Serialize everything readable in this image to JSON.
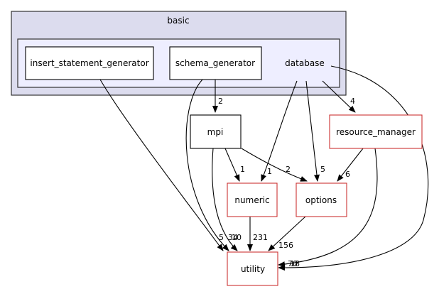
{
  "clusters": {
    "outer": {
      "label": "basic"
    },
    "inner": {
      "label": "database"
    }
  },
  "nodes": {
    "insert_statement_generator": "insert_statement_generator",
    "schema_generator": "schema_generator",
    "mpi": "mpi",
    "resource_manager": "resource_manager",
    "numeric": "numeric",
    "options": "options",
    "utility": "utility"
  },
  "edge_labels": {
    "database_to_resource_manager": "4",
    "schema_to_mpi": "2",
    "mpi_to_numeric": "1",
    "database_to_numeric": "1",
    "mpi_to_options": "2",
    "database_to_options": "5",
    "resource_manager_to_options": "6",
    "insert_to_utility": "5",
    "mpi_to_utility": "34",
    "schema_to_utility": "10",
    "numeric_to_utility": "231",
    "options_to_utility": "156",
    "database_to_utility": "70",
    "resource_manager_to_utility": "18"
  },
  "colors": {
    "outer_fill": "#dcdcee",
    "inner_fill": "#eeeeff",
    "border_dark": "#333333",
    "node_red_border": "#cc3333",
    "edge": "#000000"
  }
}
